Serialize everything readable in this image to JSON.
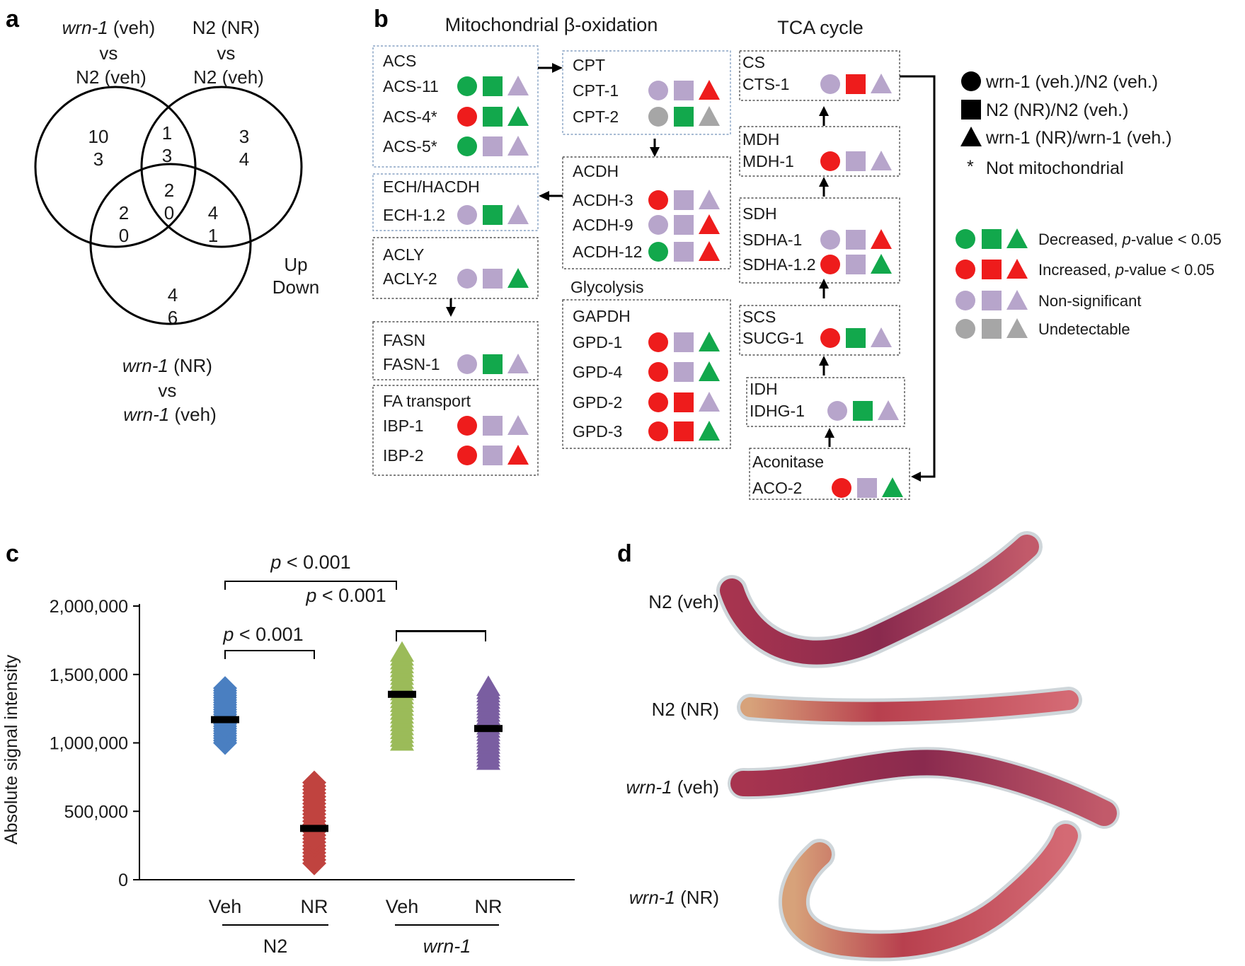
{
  "panel_labels": [
    "a",
    "b",
    "c",
    "d"
  ],
  "colors": {
    "decreased": "#12a84c",
    "increased": "#ee1c1c",
    "nonsig": "#b7a5cb",
    "undetectable": "#a6a6a6",
    "venn_up": "#c8202a",
    "venn_down": "#1ea84a"
  },
  "venn": {
    "set1": [
      "wrn-1",
      " (veh)",
      "vs",
      "N2 (veh)"
    ],
    "set2": [
      "N2 (NR)",
      "vs",
      "N2 (veh)"
    ],
    "set3": [
      "wrn-1",
      " (NR)",
      "vs",
      "wrn-1",
      " (veh)"
    ],
    "regions": {
      "only1": [
        "10",
        "3"
      ],
      "only2": [
        "3",
        "4"
      ],
      "only3": [
        "4",
        "6"
      ],
      "r12": [
        "1",
        "3"
      ],
      "r13": [
        "2",
        "0"
      ],
      "r23": [
        "4",
        "1"
      ],
      "r123": [
        "2",
        "0"
      ]
    },
    "legend_up": "Up",
    "legend_down": "Down"
  },
  "pathway": {
    "title_beta": "Mitochondrial β-oxidation",
    "title_tca": "TCA cycle",
    "title_glycolysis": "Glycolysis",
    "boxes": [
      {
        "group": "ACS",
        "genes": [
          [
            "ACS-11",
            "D",
            "D",
            "N"
          ],
          [
            "ACS-4*",
            "I",
            "D",
            "D"
          ],
          [
            "ACS-5*",
            "D",
            "N",
            "N"
          ]
        ]
      },
      {
        "group": "CPT",
        "genes": [
          [
            "CPT-1",
            "N",
            "N",
            "I"
          ],
          [
            "CPT-2",
            "U",
            "D",
            "U"
          ]
        ]
      },
      {
        "group": "ECH/HACDH",
        "genes": [
          [
            "ECH-1.2",
            "N",
            "D",
            "N"
          ]
        ]
      },
      {
        "group": "ACDH",
        "genes": [
          [
            "ACDH-3",
            "I",
            "N",
            "N"
          ],
          [
            "ACDH-9",
            "N",
            "N",
            "I"
          ],
          [
            "ACDH-12",
            "D",
            "N",
            "I"
          ]
        ]
      },
      {
        "group": "ACLY",
        "genes": [
          [
            "ACLY-2",
            "N",
            "N",
            "D"
          ]
        ]
      },
      {
        "group": "FASN",
        "genes": [
          [
            "FASN-1",
            "N",
            "D",
            "N"
          ]
        ]
      },
      {
        "group": "FA transport",
        "genes": [
          [
            "IBP-1",
            "I",
            "N",
            "N"
          ],
          [
            "IBP-2",
            "I",
            "N",
            "I"
          ]
        ]
      },
      {
        "group": "GAPDH",
        "genes": [
          [
            "GPD-1",
            "I",
            "N",
            "D"
          ],
          [
            "GPD-4",
            "I",
            "N",
            "D"
          ],
          [
            "GPD-2",
            "I",
            "I",
            "N"
          ],
          [
            "GPD-3",
            "I",
            "I",
            "D"
          ]
        ]
      },
      {
        "group": "CS",
        "genes": [
          [
            "CTS-1",
            "N",
            "I",
            "N"
          ]
        ]
      },
      {
        "group": "MDH",
        "genes": [
          [
            "MDH-1",
            "I",
            "N",
            "N"
          ]
        ]
      },
      {
        "group": "SDH",
        "genes": [
          [
            "SDHA-1",
            "N",
            "N",
            "I"
          ],
          [
            "SDHA-1.2",
            "I",
            "N",
            "D"
          ]
        ]
      },
      {
        "group": "SCS",
        "genes": [
          [
            "SUCG-1",
            "I",
            "D",
            "N"
          ]
        ]
      },
      {
        "group": "IDH",
        "genes": [
          [
            "IDHG-1",
            "N",
            "D",
            "N"
          ]
        ]
      },
      {
        "group": "Aconitase",
        "genes": [
          [
            "ACO-2",
            "I",
            "N",
            "D"
          ]
        ]
      }
    ],
    "shape_legend": [
      {
        "shape": "circle",
        "label": "wrn-1 (veh.)/N2 (veh.)"
      },
      {
        "shape": "square",
        "label": "N2 (NR)/N2 (veh.)"
      },
      {
        "shape": "triangle",
        "label": "wrn-1 (NR)/wrn-1 (veh.)"
      }
    ],
    "star_mark": "*",
    "star_text": "Not mitochondrial",
    "color_legend": [
      {
        "key": "decreased",
        "pre": "Decreased, ",
        "ital": "p",
        "post": "-value < 0.05"
      },
      {
        "key": "increased",
        "pre": "Increased, ",
        "ital": "p",
        "post": "-value < 0.05"
      },
      {
        "key": "nonsig",
        "pre": "Non-significant",
        "ital": "",
        "post": ""
      },
      {
        "key": "undetectable",
        "pre": "Undetectable",
        "ital": "",
        "post": ""
      }
    ]
  },
  "chart_data": {
    "type": "scatter",
    "title": "",
    "xlabel": "",
    "ylabel": "Absolute signal intensity",
    "ylim": [
      0,
      2000000
    ],
    "yticks": [
      0,
      500000,
      1000000,
      1500000,
      2000000
    ],
    "ytick_labels": [
      "0",
      "500,000",
      "1,000,000",
      "1,500,000",
      "2,000,000"
    ],
    "categories": [
      "Veh",
      "NR",
      "Veh",
      "NR"
    ],
    "groups": [
      {
        "label": "N2",
        "italic": false
      },
      {
        "label": "wrn-1",
        "italic": true
      }
    ],
    "series": [
      {
        "color": "#4a7fc1",
        "marker": "diamond",
        "min": 1000000,
        "max": 1400000,
        "mean": 1170000
      },
      {
        "color": "#c0433f",
        "marker": "diamond",
        "min": 120000,
        "max": 710000,
        "mean": 375000
      },
      {
        "color": "#9bbb59",
        "marker": "triangle",
        "min": 1000000,
        "max": 1650000,
        "mean": 1355000
      },
      {
        "color": "#7a5ea1",
        "marker": "triangle",
        "min": 860000,
        "max": 1400000,
        "mean": 1105000
      }
    ],
    "brackets": [
      {
        "from": 0,
        "to": 1,
        "label": "p < 0.001"
      },
      {
        "from": 0,
        "to": 2,
        "label": "p < 0.001"
      },
      {
        "from": 2,
        "to": 3,
        "label": "p < 0.001"
      },
      {
        "from": 2,
        "to": 3,
        "label": ""
      }
    ]
  },
  "worms": {
    "labels": [
      {
        "ital": "",
        "text": "N2 (veh)"
      },
      {
        "ital": "",
        "text": "N2 (NR)"
      },
      {
        "ital": "wrn-1",
        "text": " (veh)"
      },
      {
        "ital": "wrn-1",
        "text": " (NR)"
      }
    ]
  }
}
